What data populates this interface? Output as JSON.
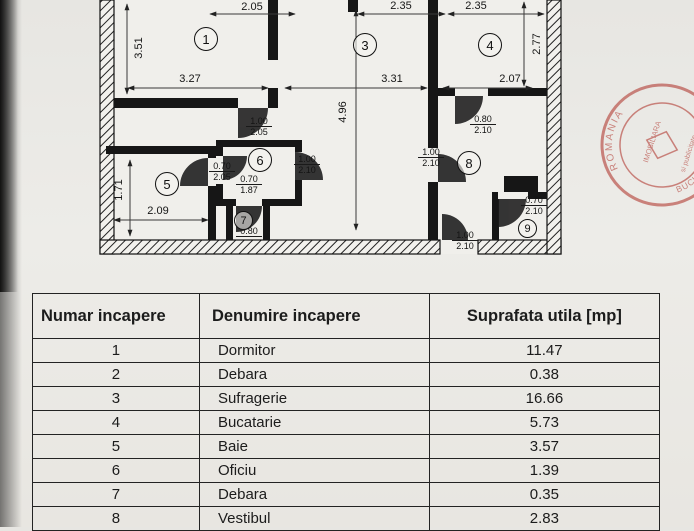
{
  "plan": {
    "rooms": {
      "r1": "1",
      "r3": "3",
      "r4": "4",
      "r5": "5",
      "r6": "6",
      "r7": "7",
      "r8": "8",
      "r9": "9"
    },
    "dims": {
      "top205": "2.05",
      "top235a": "2.35",
      "top235b": "2.35",
      "w327": "3.27",
      "w331": "3.31",
      "w207": "2.07",
      "h351": "3.51",
      "h496": "4.96",
      "h277": "2.77",
      "h171": "1.71",
      "w209": "2.09",
      "d080": "0.80"
    },
    "doors": {
      "f1": {
        "w": "1.00",
        "h": "2.05"
      },
      "f2": {
        "w": "0.70",
        "h": "2.05"
      },
      "f3": {
        "w": "0.70",
        "h": "1.87"
      },
      "f4": {
        "w": "1.00",
        "h": "2.10"
      },
      "f5": {
        "w": "0.80",
        "h": "2.10"
      },
      "f6": {
        "w": "1.00",
        "h": "2.10"
      },
      "f7": {
        "w": "0.70",
        "h": "2.10"
      },
      "f8": {
        "w": "1.00",
        "h": "2.10"
      }
    },
    "stamp": {
      "arc_top": "ROMANIA",
      "arc_bottom": "BUCURESTI",
      "line1": "IMOBILIARA",
      "line2": "si publicitate"
    }
  },
  "table": {
    "headers": [
      "Numar incapere",
      "Denumire incapere",
      "Suprafata utila [mp]"
    ],
    "rows": [
      {
        "num": "1",
        "name": "Dormitor",
        "area": "11.47"
      },
      {
        "num": "2",
        "name": "Debara",
        "area": "0.38"
      },
      {
        "num": "3",
        "name": "Sufragerie",
        "area": "16.66"
      },
      {
        "num": "4",
        "name": "Bucatarie",
        "area": "5.73"
      },
      {
        "num": "5",
        "name": "Baie",
        "area": "3.57"
      },
      {
        "num": "6",
        "name": "Oficiu",
        "area": "1.39"
      },
      {
        "num": "7",
        "name": "Debara",
        "area": "0.35"
      },
      {
        "num": "8",
        "name": "Vestibul",
        "area": "2.83"
      }
    ]
  },
  "colors": {
    "stamp": "#b23b33",
    "ink": "#1c1c1c",
    "paper": "#e9e8e4"
  }
}
